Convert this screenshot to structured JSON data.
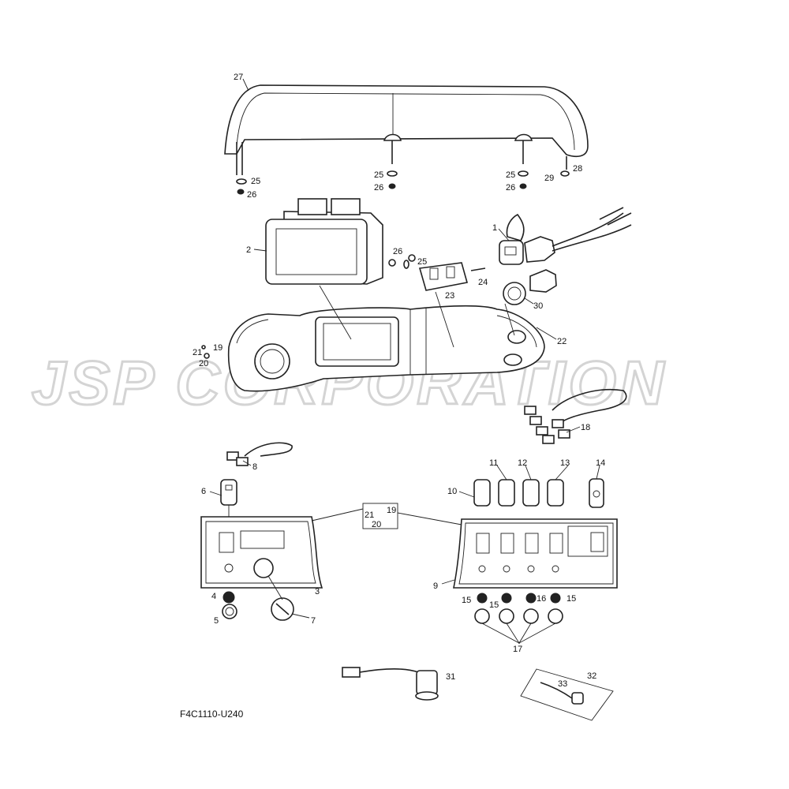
{
  "diagram": {
    "drawing_code": "F4C1110-U240",
    "watermark": "JSP CORPORATION",
    "callouts": [
      "27",
      "25",
      "26",
      "25",
      "26",
      "25",
      "26",
      "29",
      "28",
      "2",
      "1",
      "26",
      "25",
      "24",
      "23",
      "30",
      "22",
      "21",
      "19",
      "20",
      "18",
      "8",
      "6",
      "10",
      "11",
      "12",
      "13",
      "14",
      "21",
      "19",
      "20",
      "3",
      "9",
      "4",
      "5",
      "7",
      "15",
      "15",
      "16",
      "15",
      "17",
      "31",
      "33",
      "32"
    ],
    "colors": {
      "line": "#222222",
      "watermark": "#d4d4d4",
      "background": "#ffffff"
    }
  }
}
